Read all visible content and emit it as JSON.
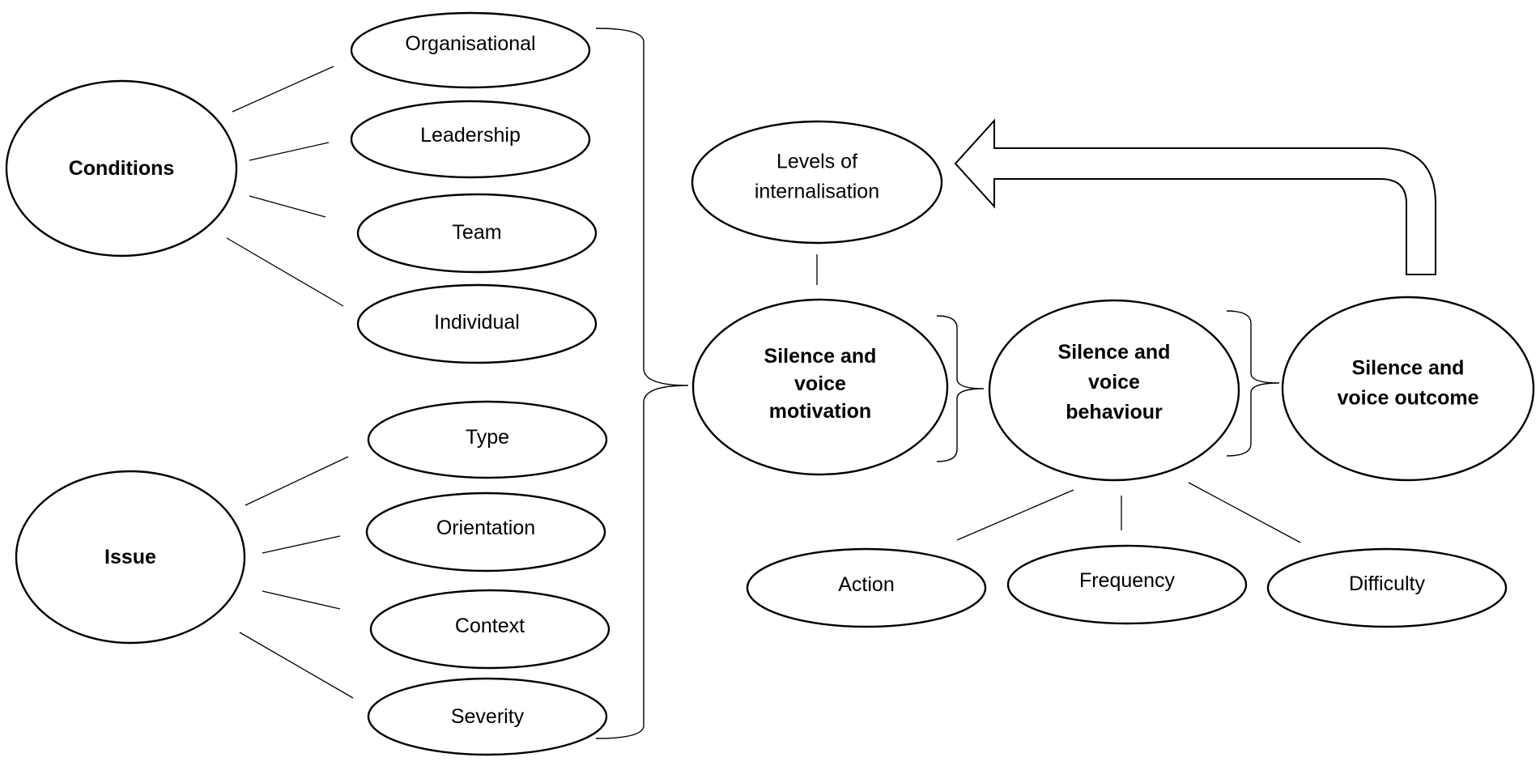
{
  "diagram": {
    "groups": {
      "conditions": {
        "label": [
          "Conditions"
        ],
        "children": {
          "organisational": [
            "Organisational"
          ],
          "leadership": [
            "Leadership"
          ],
          "team": [
            "Team"
          ],
          "individual": [
            "Individual"
          ]
        }
      },
      "issue": {
        "label": [
          "Issue"
        ],
        "children": {
          "type": [
            "Type"
          ],
          "orientation": [
            "Orientation"
          ],
          "context": [
            "Context"
          ],
          "severity": [
            "Severity"
          ]
        }
      }
    },
    "levels_of_internalisation": [
      "Levels of",
      "internalisation"
    ],
    "motivation": [
      "Silence and",
      "voice",
      "motivation"
    ],
    "behaviour": {
      "label": [
        "Silence and",
        "voice",
        "behaviour"
      ],
      "children": {
        "action": [
          "Action"
        ],
        "frequency": [
          "Frequency"
        ],
        "difficulty": [
          "Difficulty"
        ]
      }
    },
    "outcome": [
      "Silence and",
      "voice outcome"
    ]
  }
}
